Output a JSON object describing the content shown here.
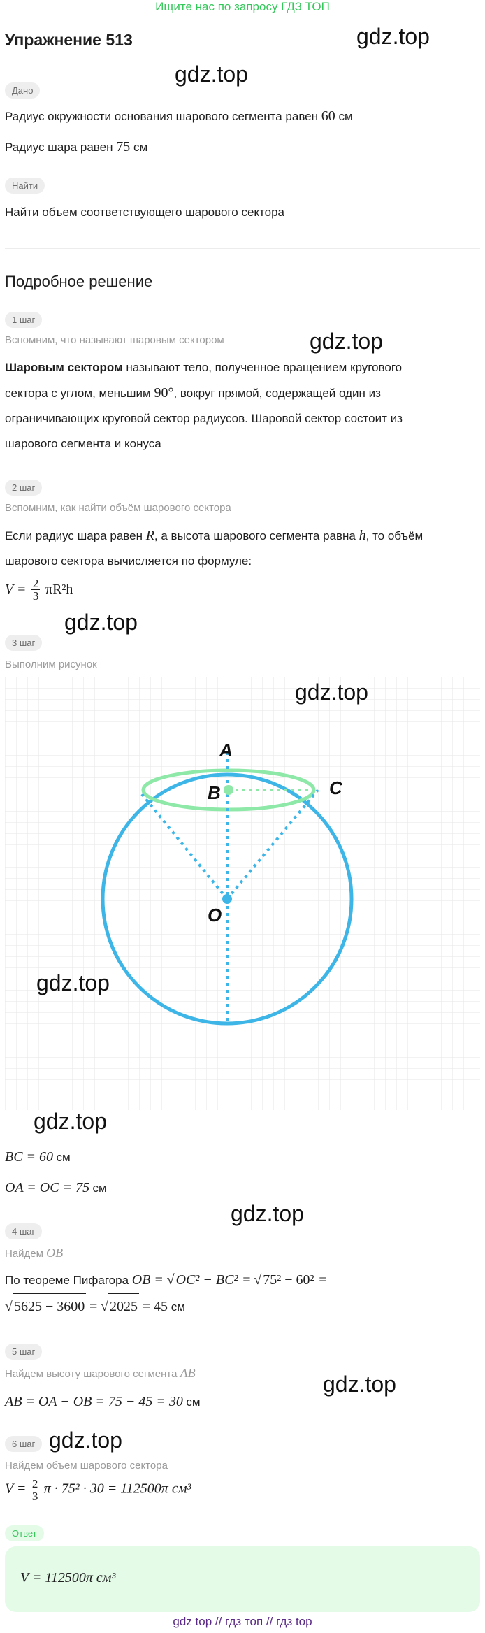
{
  "banner": "Ищите нас по запросу ГДЗ ТОП",
  "title": "Упражнение 513",
  "watermark": "gdz.top",
  "given_label": "Дано",
  "given_1": "Радиус окружности основания шарового сегмента равен",
  "given_1_value": "60",
  "given_1_unit": "см",
  "given_2": "Радиус шара равен",
  "given_2_value": "75",
  "given_2_unit": "см",
  "find_label": "Найти",
  "find_text": "Найти объем соответствующего шарового сектора",
  "solution_title": "Подробное решение",
  "step1_label": "1 шаг",
  "step1_hint": "Вспомним, что называют шаровым сектором",
  "step1_bold": "Шаровым сектором",
  "step1_text_a": "называют тело, полученное вращением кругового",
  "step1_text_b": "сектора с углом, меньшим",
  "step1_angle": "90°",
  "step1_text_c": ", вокруг прямой, содержащей один из",
  "step1_text_d": "ограничивающих круговой сектор радиусов. Шаровой сектор состоит из",
  "step1_text_e": "шарового сегмента и конуса",
  "step2_label": "2 шаг",
  "step2_hint": "Вспомним, как найти объём шарового сектора",
  "step2_text_a": "Если радиус шара равен",
  "step2_R": "R",
  "step2_text_b": ", а высота шарового сегмента равна",
  "step2_h": "h",
  "step2_text_c": ", то объём",
  "step2_text_d": "шарового сектора вычисляется по формуле:",
  "formula_V": "V =",
  "formula_num": "2",
  "formula_den": "3",
  "formula_rest": "πR²h",
  "step3_label": "3 шаг",
  "step3_hint": "Выполним рисунок",
  "figure_labels": {
    "A": "A",
    "B": "B",
    "C": "C",
    "O": "O"
  },
  "colors": {
    "circle": "#3db5e6",
    "ellipse": "#8ee8a8",
    "grid": "#e6e6e6",
    "accent": "#34c759"
  },
  "bc_line": "BC = 60",
  "bc_unit": "см",
  "oa_line": "OA = OC = 75",
  "oa_unit": "см",
  "step4_label": "4 шаг",
  "step4_hint": "Найдем",
  "step4_hint_math": "OB",
  "step4_text": "По теореме Пифагора",
  "step4_eq_a": "OB =",
  "step4_sqrt_1": "OC² − BC²",
  "step4_eq_b": "=",
  "step4_sqrt_2": "75² − 60²",
  "step4_eq_c": "=",
  "step4_sqrt_3": "5625 − 3600",
  "step4_eq_d": "=",
  "step4_sqrt_4": "2025",
  "step4_eq_e": "= 45",
  "step4_unit": "см",
  "step5_label": "5 шаг",
  "step5_hint": "Найдем высоту шарового сегмента",
  "step5_hint_math": "AB",
  "step5_eq": "AB = OA − OB = 75 − 45 = 30",
  "step5_unit": "см",
  "step6_label": "6 шаг",
  "step6_hint": "Найдем объем шарового сектора",
  "step6_V": "V =",
  "step6_num": "2",
  "step6_den": "3",
  "step6_rest": "π · 75² · 30 = 112500π см³",
  "answer_label": "Ответ",
  "answer_text": "V = 112500π см³",
  "footer": "gdz top  //  гдз топ  //  гдз top"
}
